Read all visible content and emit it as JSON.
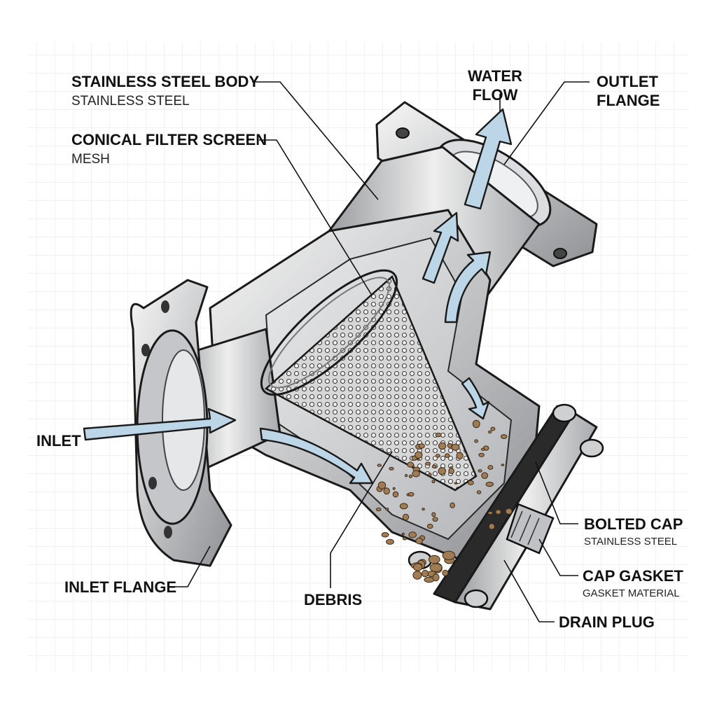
{
  "labels": {
    "body_title": "STAINLESS STEEL BODY",
    "body_sub": "STAINLESS STEEL",
    "screen_title": "CONICAL FILTER SCREEN",
    "screen_sub": "MESH",
    "water_flow_line1": "WATER",
    "water_flow_line2": "FLOW",
    "outlet_line1": "OUTLET",
    "outlet_line2": "FLANGE",
    "inlet": "INLET",
    "inlet_flange": "INLET FLANGE",
    "debris": "DEBRIS",
    "bolted_cap_title": "BOLTED CAP",
    "bolted_cap_sub": "STAINLESS STEEL",
    "cap_gasket_title": "CAP GASKET",
    "cap_gasket_sub": "GASKET MATERIAL",
    "drain_plug": "DRAIN PLUG"
  },
  "colors": {
    "flow_arrow": "#bcd6e8",
    "grid": "#e4e4e4",
    "debris": "#a07c55",
    "mesh": "#b8b8b8"
  }
}
